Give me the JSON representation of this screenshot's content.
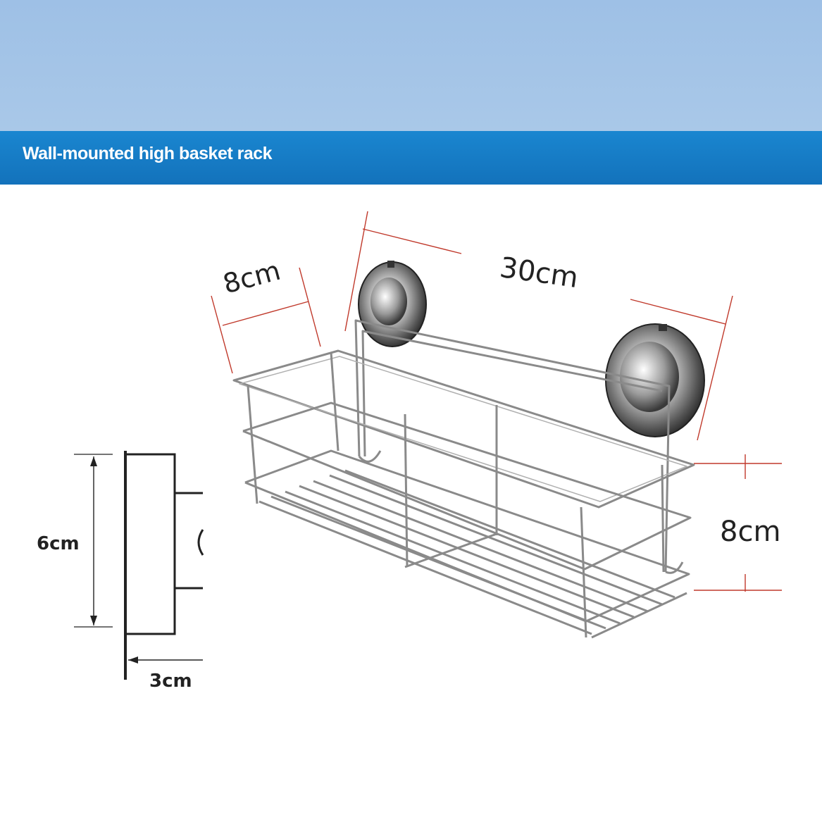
{
  "header": {
    "title": "Wall-mounted high basket rack",
    "accent_color": "#1579c3",
    "sky_color": "#a7c6e7"
  },
  "dimensions": {
    "depth": "8cm",
    "length": "30cm",
    "height": "8cm",
    "side_height": "6cm",
    "side_depth": "3cm"
  },
  "icons": [
    "suction-cup-icon",
    "wire-basket-icon"
  ]
}
